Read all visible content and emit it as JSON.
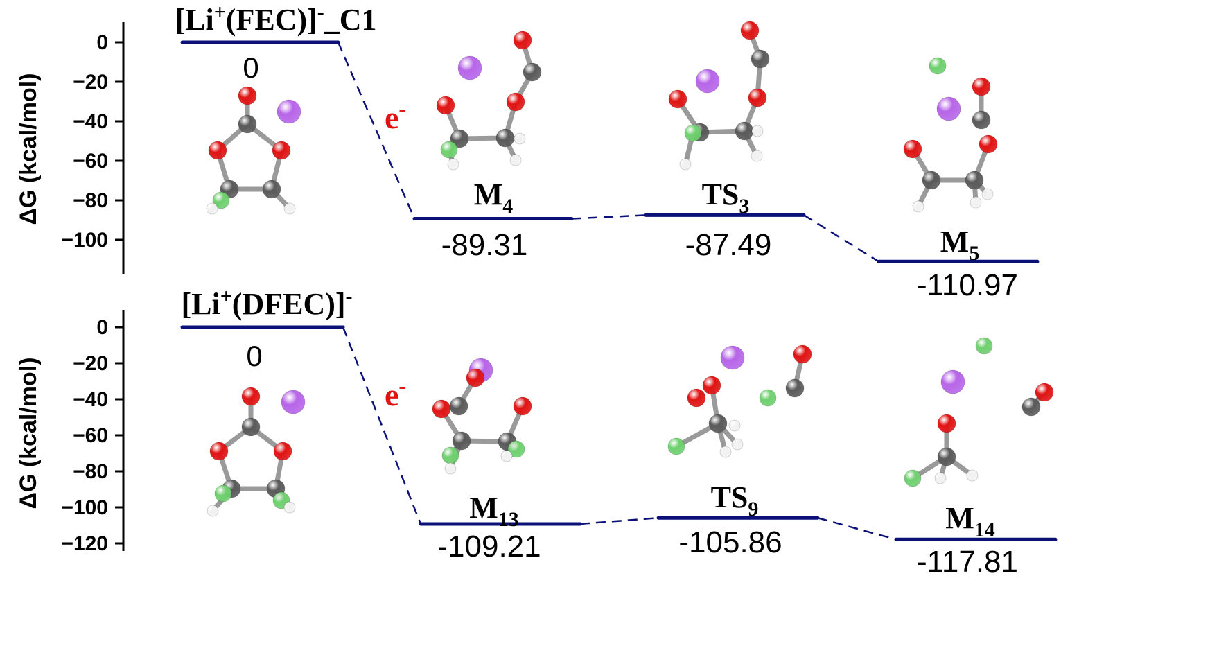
{
  "colors": {
    "level_line": "#0c1178",
    "connector": "#0c1178",
    "electron_text": "#e31313",
    "oxygen": "#e01414",
    "carbon": "#5a5a5a",
    "fluorine": "#6fd06f",
    "hydrogen": "#f2f2f2",
    "lithium": "#b765e8"
  },
  "chart_data": [
    {
      "type": "energy_diagram",
      "ylabel": "ΔG (kcal/mol)",
      "ylim": [
        -115,
        10
      ],
      "yticks": [
        0,
        -20,
        -40,
        -60,
        -80,
        -100
      ],
      "ytick_labels": [
        "0",
        "−20",
        "−40",
        "−60",
        "−80",
        "−100"
      ],
      "electron_label": "e",
      "electron_sup": "-",
      "levels": [
        {
          "name": "[Li",
          "name_sup": "+",
          "name_mid": "(FEC)]",
          "name_sup2": "-",
          "name_tail": "_C1",
          "value": 0,
          "value_label": "0"
        },
        {
          "name": "M",
          "name_sub": "4",
          "value": -89.31,
          "value_label": "-89.31"
        },
        {
          "name": "TS",
          "name_sub": "3",
          "value": -87.49,
          "value_label": "-87.49"
        },
        {
          "name": "M",
          "name_sub": "5",
          "value": -110.97,
          "value_label": "-110.97"
        }
      ]
    },
    {
      "type": "energy_diagram",
      "ylabel": "ΔG (kcal/mol)",
      "ylim": [
        -125,
        10
      ],
      "yticks": [
        0,
        -20,
        -40,
        -60,
        -80,
        -100,
        -120
      ],
      "ytick_labels": [
        "0",
        "−20",
        "−40",
        "−60",
        "−80",
        "−100",
        "−120"
      ],
      "electron_label": "e",
      "electron_sup": "-",
      "levels": [
        {
          "name": "[Li",
          "name_sup": "+",
          "name_mid": "(DFEC)]",
          "name_sup2": "-",
          "name_tail": "",
          "value": 0,
          "value_label": "0"
        },
        {
          "name": "M",
          "name_sub": "13",
          "value": -109.21,
          "value_label": "-109.21"
        },
        {
          "name": "TS",
          "name_sub": "9",
          "value": -105.86,
          "value_label": "-105.86"
        },
        {
          "name": "M",
          "name_sub": "14",
          "value": -117.81,
          "value_label": "-117.81"
        }
      ]
    }
  ]
}
